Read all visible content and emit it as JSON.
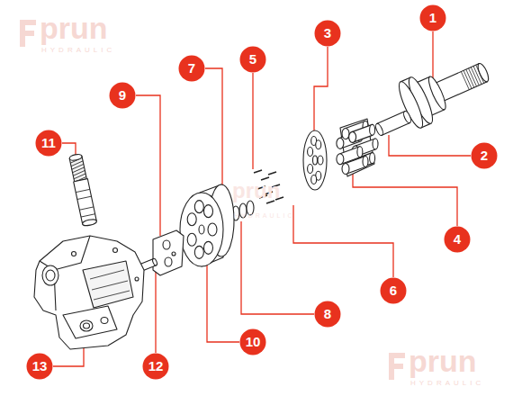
{
  "diagram": {
    "nodes": [
      {
        "text": [
          "1"
        ]
      },
      {
        "text": [
          "2"
        ]
      },
      {
        "text": [
          "3"
        ]
      },
      {
        "text": [
          "4"
        ]
      },
      {
        "text": [
          "5"
        ]
      },
      {
        "text": [
          "6"
        ]
      },
      {
        "text": [
          "7"
        ]
      },
      {
        "text": [
          "8"
        ]
      },
      {
        "text": [
          "9"
        ]
      },
      {
        "text": [
          "10"
        ]
      },
      {
        "text": [
          "11"
        ]
      },
      {
        "text": [
          "12"
        ]
      },
      {
        "text": [
          "13"
        ]
      }
    ],
    "edges": [],
    "labels": [
      "prun",
      "HYDRAULIC",
      "prun",
      "HYDRAULIC",
      "prun",
      "HYDRAULIC"
    ]
  }
}
